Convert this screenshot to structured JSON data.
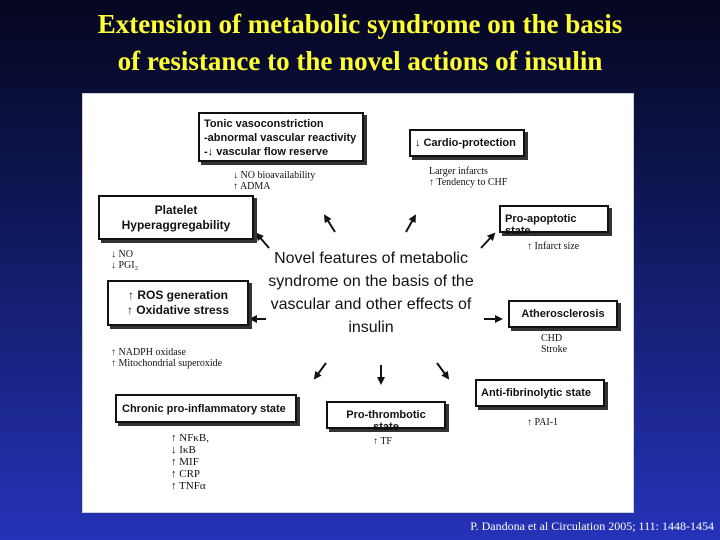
{
  "title": {
    "line1": "Extension of metabolic syndrome on the basis",
    "line2": "of resistance to the novel actions of insulin"
  },
  "center_text": {
    "line1": "Novel features of metabolic",
    "line2": "syndrome on the basis of the",
    "line3": "vascular and other effects of",
    "line4": "insulin"
  },
  "boxes": {
    "tonic": {
      "line1": "Tonic vasoconstriction",
      "line2": "-abnormal vascular reactivity",
      "line3": "-↓ vascular flow reserve",
      "notes": [
        "↓ NO bioavailability",
        "↑ ADMA"
      ]
    },
    "cardio": {
      "label": "↓ Cardio-protection",
      "notes": [
        "Larger infarcts",
        "↑ Tendency to CHF"
      ]
    },
    "platelet": {
      "line1": "Platelet",
      "line2": "Hyperaggregability",
      "notes": [
        "↓ NO",
        "↓ PGI₂"
      ]
    },
    "apoptotic": {
      "label": "Pro-apoptotic state",
      "notes": [
        "↑ Infarct size"
      ]
    },
    "ros": {
      "line1": "↑ ROS generation",
      "line2": "↑ Oxidative stress",
      "notes": [
        "↑ NADPH oxidase",
        "↑ Mitochondrial superoxide"
      ]
    },
    "athero": {
      "label": "Atherosclerosis",
      "notes": [
        "CHD",
        "Stroke"
      ]
    },
    "inflam": {
      "label": "Chronic pro-inflammatory state",
      "notes": [
        "↑ NFκB,",
        "↓ IκB",
        "↑ MIF",
        "↑ CRP",
        "↑ TNFα"
      ]
    },
    "thrombotic": {
      "label": "Pro-thrombotic state",
      "notes": [
        "↑ TF"
      ]
    },
    "fibrinolytic": {
      "label": "Anti-fibrinolytic state",
      "notes": [
        "↑ PAI-1"
      ]
    }
  },
  "citation": "P. Dandona et al Circulation  2005; 111: 1448-1454"
}
